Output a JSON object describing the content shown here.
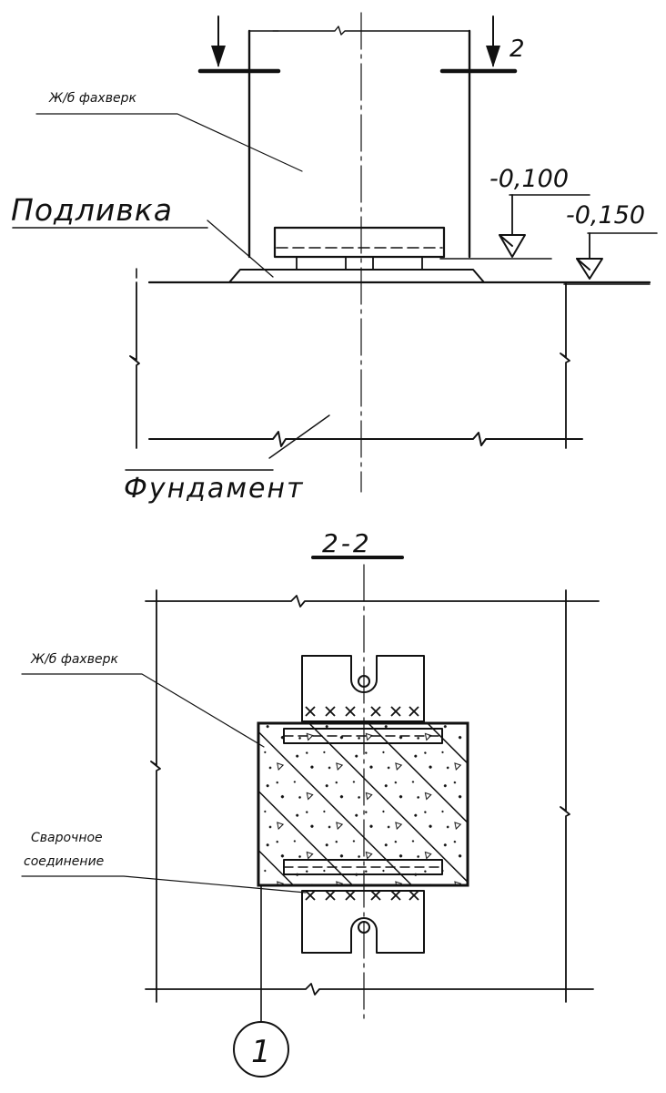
{
  "drawing": {
    "elevation_view": {
      "section_marker": "2",
      "column_label": "Ж/б фахверк",
      "grout_label": "Подливка",
      "foundation_label": "Фундамент",
      "level_top": "-0,100",
      "level_bottom": "-0,150"
    },
    "plan_section": {
      "title": "2-2",
      "column_label": "Ж/б фахверк",
      "weld_label_line1": "Сварочное",
      "weld_label_line2": "соединение",
      "node_number": "1"
    }
  },
  "colors": {
    "ink": "#111111",
    "paper": "#ffffff"
  }
}
